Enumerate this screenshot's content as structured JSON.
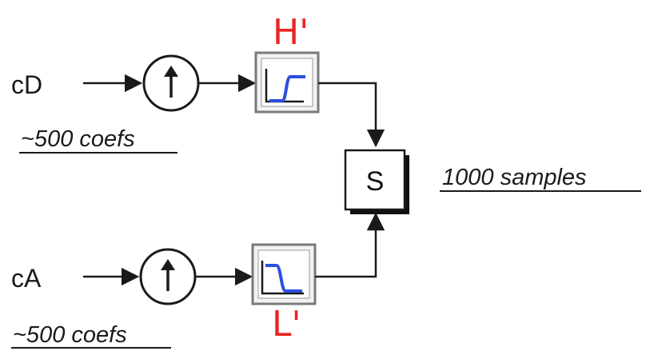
{
  "signals": {
    "detail": {
      "label": "cD",
      "count_label": "~500 coefs"
    },
    "approx": {
      "label": "cA",
      "count_label": "~500 coefs"
    }
  },
  "filters": {
    "high": {
      "label": "H'",
      "icon": "highpass-response-icon"
    },
    "low": {
      "label": "L'",
      "icon": "lowpass-response-icon"
    }
  },
  "sum": {
    "label": "S"
  },
  "output": {
    "label": "1000 samples"
  },
  "colors": {
    "filter_label": "#e8251f",
    "response_curve": "#2c4fe0",
    "stroke": "#1a1a1a",
    "box_border": "#7a7a7a"
  }
}
